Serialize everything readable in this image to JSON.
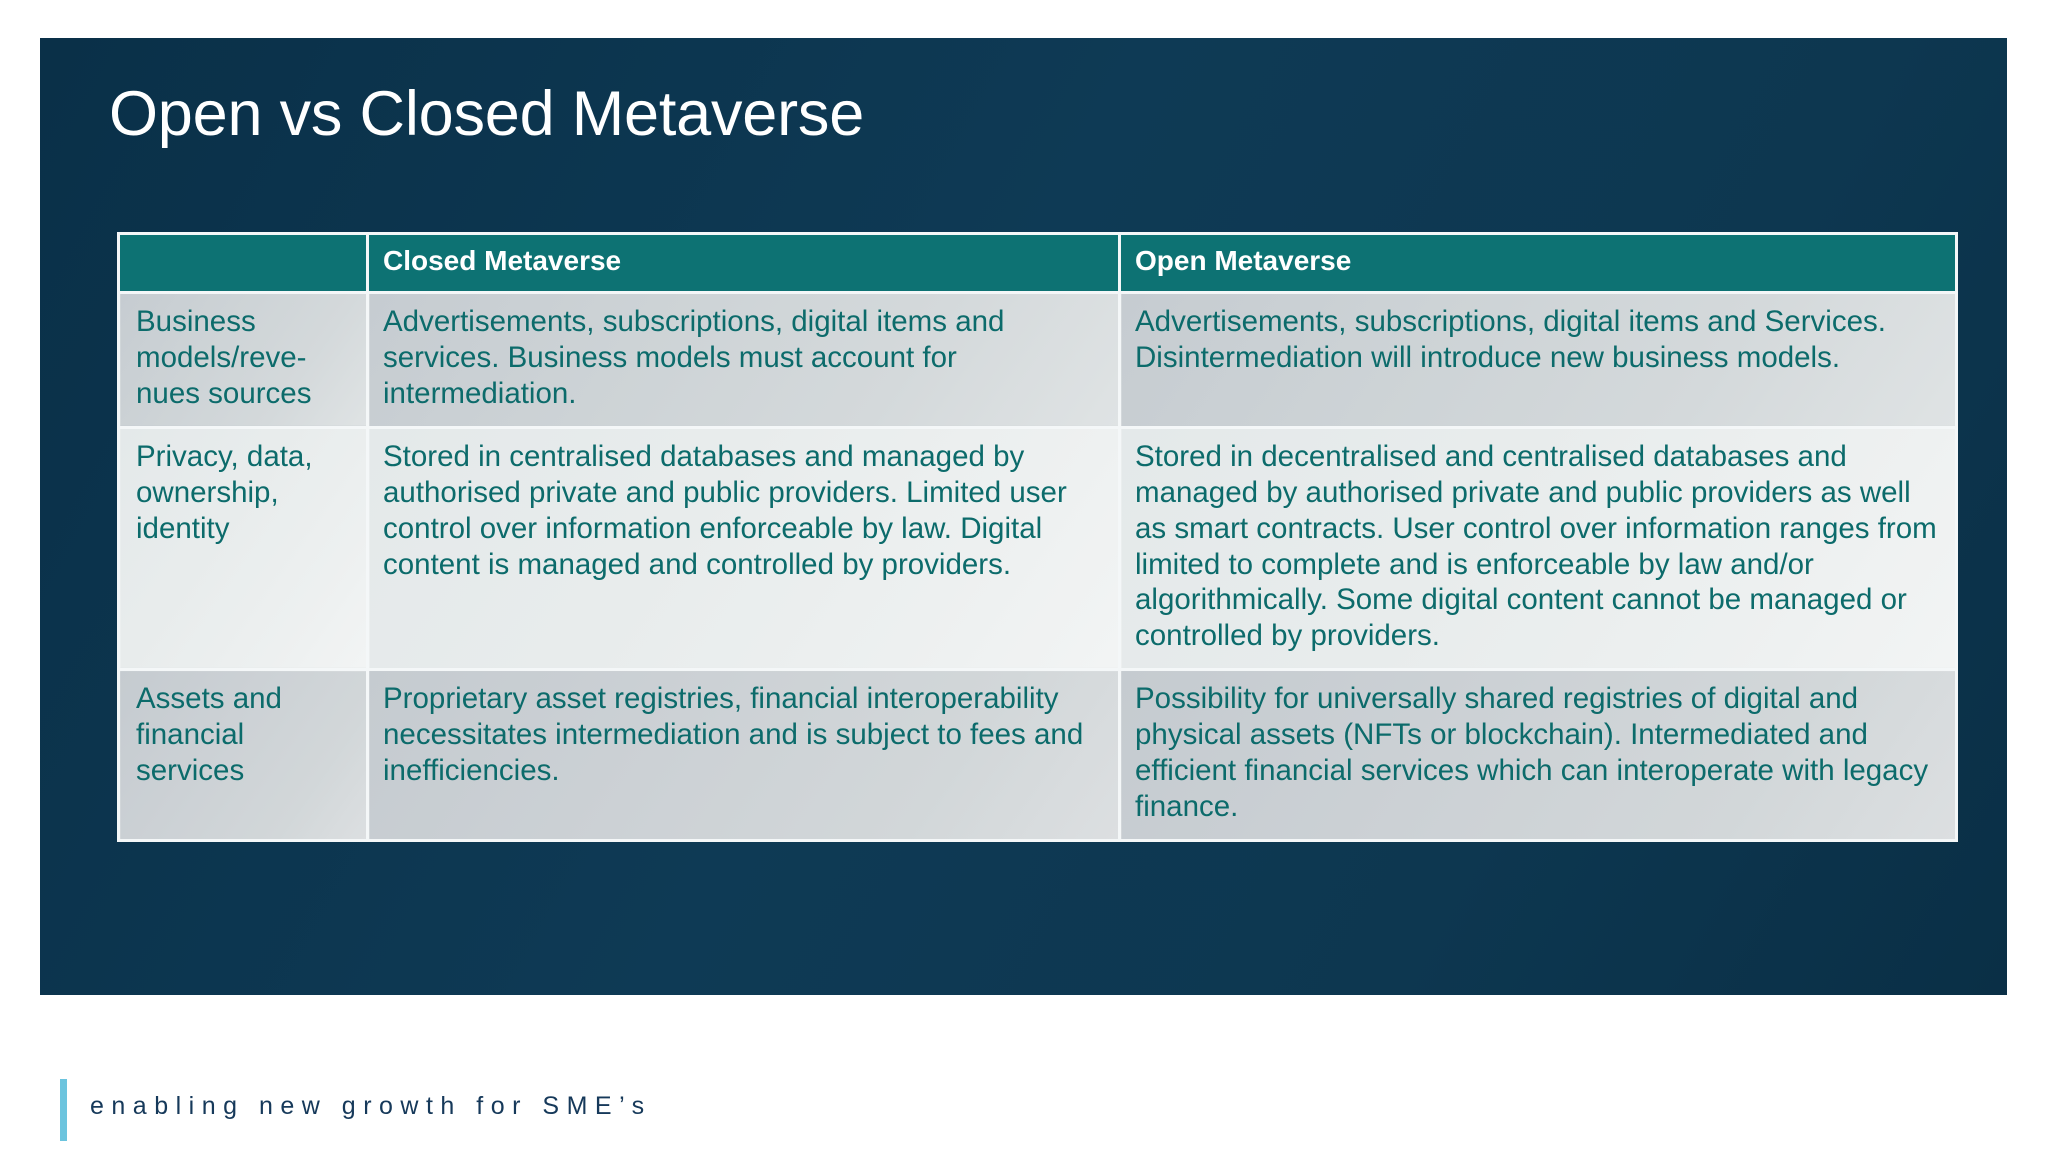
{
  "slide": {
    "title": "Open vs Closed Metaverse",
    "background_color": "#0d3750",
    "accent_color": "#0d7273",
    "body_text_color": "#0c6b6b"
  },
  "table": {
    "headers": [
      "",
      "Closed Metaverse",
      "Open Metaverse"
    ],
    "rows": [
      {
        "label": "Business models/reve-nues sources",
        "closed": "Advertisements, subscriptions, digital items and services. Business models must account for intermediation.",
        "open": "Advertisements, subscriptions, digital items and Services.  Disintermediation will introduce new business models."
      },
      {
        "label": "Privacy, data, ownership, identity",
        "closed": "Stored in centralised databases and managed by authorised private and public providers. Limited user control over information enforceable by law. Digital content is managed and controlled by providers.",
        "open": "Stored in decentralised and centralised databases and managed by authorised private and public providers as well as smart contracts. User control over information ranges from limited to complete and is enforceable by law and/or algorithmically. Some digital content cannot be managed or controlled by providers."
      },
      {
        "label": "Assets and financial services",
        "closed": "Proprietary asset registries, financial interoperability necessitates intermediation and is subject to fees and inefficiencies.",
        "open": "Possibility for universally shared registries of digital and physical assets (NFTs or blockchain). Intermediated and efficient financial services which can interoperate with legacy finance."
      }
    ]
  },
  "footer": {
    "tagline": "enabling new growth for SME’s",
    "bar_color": "#6cc4de",
    "text_color": "#16395a"
  }
}
